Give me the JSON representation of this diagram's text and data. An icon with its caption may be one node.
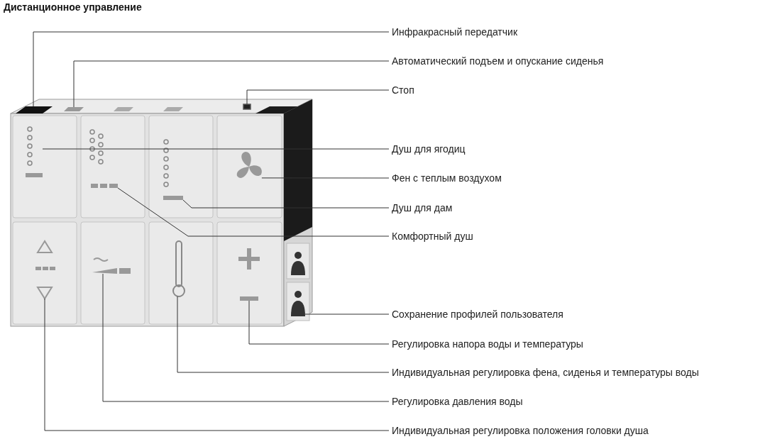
{
  "diagram": {
    "title": "Дистанционное управление",
    "nodes": [
      {
        "text": [
          "Инфракрасный передатчик"
        ]
      },
      {
        "text": [
          "Автоматический подъем и опускание сиденья"
        ]
      },
      {
        "text": [
          "Стоп"
        ]
      },
      {
        "text": [
          "Душ для ягодиц"
        ]
      },
      {
        "text": [
          "Фен с теплым воздухом"
        ]
      },
      {
        "text": [
          "Душ для дам"
        ]
      },
      {
        "text": [
          "Комфортный душ"
        ]
      },
      {
        "text": [
          "Сохранение профилей пользователя"
        ]
      },
      {
        "text": [
          "Регулировка напора воды и температуры"
        ]
      },
      {
        "text": [
          "Индивидуальная регулировка фена, сиденья и температуры воды"
        ]
      },
      {
        "text": [
          "Регулировка давления воды"
        ]
      },
      {
        "text": [
          "Индивидуальная регулировка положения головки душа"
        ]
      },
      {
        "text": [],
        "shape": "bar"
      },
      {
        "text": [],
        "shape": "bar"
      },
      {
        "text": [],
        "shape": "box"
      },
      {
        "text": [],
        "shape": "picture"
      },
      {
        "text": [],
        "shape": "picture"
      },
      {
        "text": [],
        "shape": "picture"
      },
      {
        "text": [],
        "shape": "picture"
      },
      {
        "text": [],
        "shape": "picture"
      },
      {
        "text": [],
        "shape": "bar"
      },
      {
        "text": [],
        "shape": "picture"
      },
      {
        "text": [],
        "shape": "picture"
      },
      {
        "text": [],
        "shape": "picture"
      }
    ],
    "edges": [
      {
        "from": 0,
        "to": 12,
        "arrow": "none"
      },
      {
        "from": 1,
        "to": 13,
        "arrow": "none"
      },
      {
        "from": 2,
        "to": 14,
        "arrow": "none"
      },
      {
        "from": 3,
        "to": 15,
        "arrow": "none"
      },
      {
        "from": 4,
        "to": 16,
        "arrow": "none"
      },
      {
        "from": 5,
        "to": 17,
        "arrow": "none"
      },
      {
        "from": 6,
        "to": 18,
        "arrow": "none"
      },
      {
        "from": 7,
        "to": 19,
        "arrow": "none"
      },
      {
        "from": 8,
        "to": 20,
        "arrow": "none"
      },
      {
        "from": 9,
        "to": 21,
        "arrow": "none"
      },
      {
        "from": 10,
        "to": 22,
        "arrow": "none"
      },
      {
        "from": 11,
        "to": 23,
        "arrow": "none"
      }
    ]
  }
}
